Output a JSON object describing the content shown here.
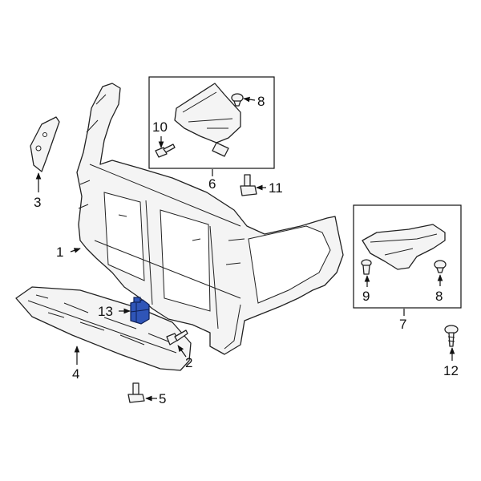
{
  "callouts": {
    "c1": "1",
    "c2": "2",
    "c3": "3",
    "c4": "4",
    "c5": "5",
    "c6": "6",
    "c7": "7",
    "c8a": "8",
    "c8b": "8",
    "c9": "9",
    "c10": "10",
    "c11": "11",
    "c12": "12",
    "c13": "13"
  },
  "highlight_color": "#2f55b8"
}
